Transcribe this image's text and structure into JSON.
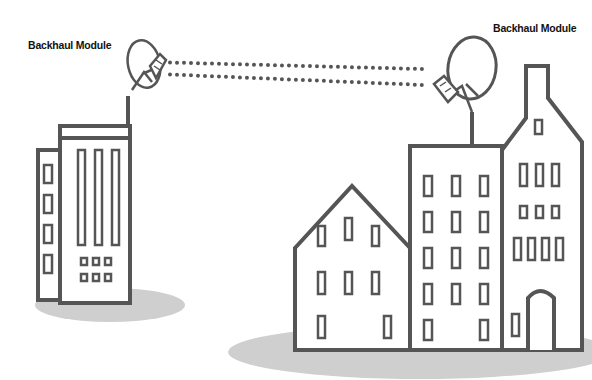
{
  "diagram": {
    "nodes": [
      {
        "text": [
          "Backhaul Module"
        ]
      },
      {
        "text": [
          "Backhaul Module"
        ]
      }
    ],
    "edges": [
      {
        "from": 0,
        "to": 1,
        "arrow": "none"
      }
    ]
  }
}
